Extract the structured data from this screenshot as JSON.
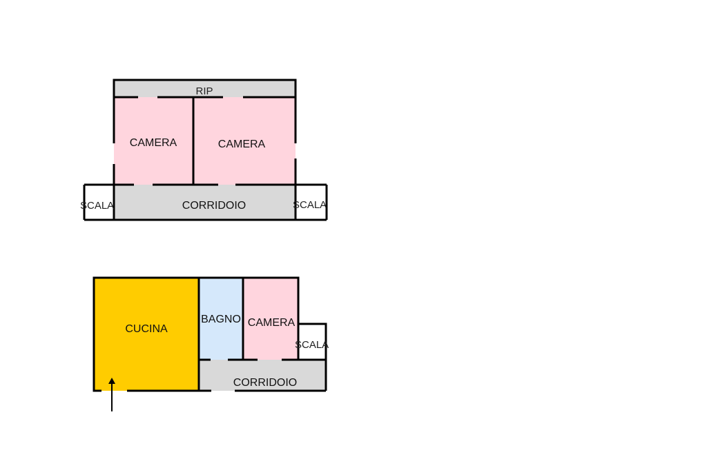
{
  "upper_floor": {
    "rip": "RIP",
    "camera_left": "CAMERA",
    "camera_right": "CAMERA",
    "corridor": "CORRIDOIO",
    "scala_left": "SCALA",
    "scala_right": "SCALA"
  },
  "lower_floor": {
    "kitchen": "CUCINA",
    "bathroom": "BAGNO",
    "camera": "CAMERA",
    "scala": "SCALA",
    "corridor": "CORRIDOIO"
  },
  "colors": {
    "camera": "#ffd5de",
    "corridor": "#d9d9d9",
    "kitchen": "#ffcc00",
    "bathroom": "#d5e8fb"
  }
}
